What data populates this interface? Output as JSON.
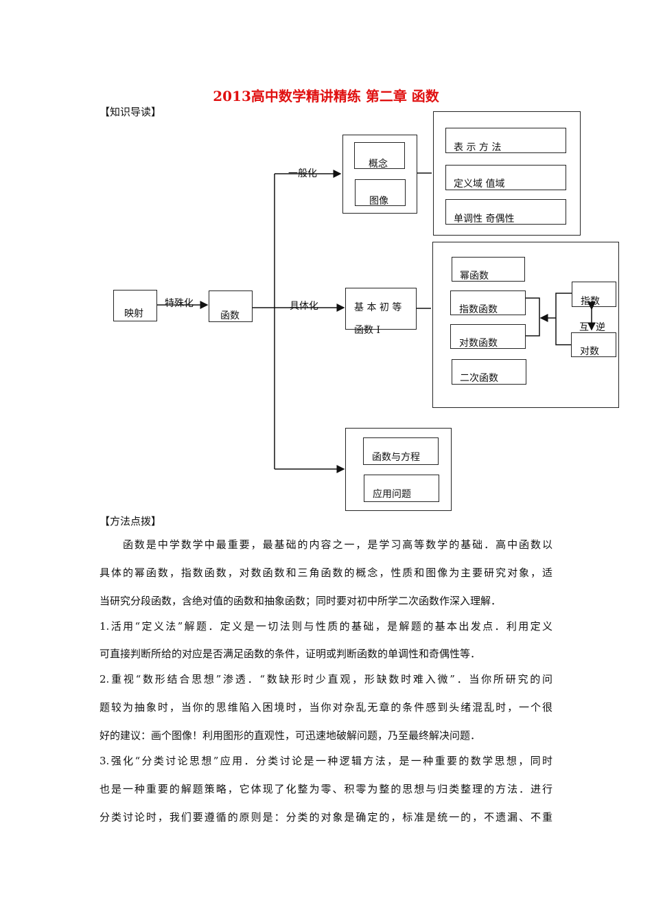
{
  "title": "2013高中数学精讲精练 第二章 函数",
  "section1": "【知识导读】",
  "section2": "【方法点拨】",
  "diagram": {
    "mapping": "映射",
    "specialize": "特殊化",
    "function": "函数",
    "generalize": "一般化",
    "concretize": "具体化",
    "concept": "概念",
    "graph": "图像",
    "representation": "表 示 方 法",
    "domain_range": "定义域 值域",
    "monotonic_parity": "单调性 奇偶性",
    "elementary_line1": "基 本 初 等",
    "elementary_line2": "函数 I",
    "power": "幂函数",
    "exponential": "指数函数",
    "logarithmic": "对数函数",
    "quadratic": "二次函数",
    "exponent": "指数",
    "logarithm": "对数",
    "inverse_1": "互",
    "inverse_2": "逆",
    "equation": "函数与方程",
    "application": "应用问题"
  },
  "body_lines": [
    "　　函数是中学数学中最重要，最基础的内容之一，是学习高等数学的基础．高中函数以",
    "具体的幂函数，指数函数，对数函数和三角函数的概念，性质和图像为主要研究对象，适",
    "当研究分段函数，含绝对值的函数和抽象函数；同时要对初中所学二次函数作深入理解．",
    "1.活用“定义法”解题．定义是一切法则与性质的基础，是解题的基本出发点．利用定义",
    "可直接判断所给的对应是否满足函数的条件，证明或判断函数的单调性和奇偶性等．",
    "2.重视“数形结合思想”渗透．“数缺形时少直观，形缺数时难入微”．当你所研究的问",
    "题较为抽象时，当你的思维陷入困境时，当你对杂乱无章的条件感到头绪混乱时，一个很",
    "好的建议：画个图像！利用图形的直观性，可迅速地破解问题，乃至最终解决问题．",
    "3.强化“分类讨论思想”应用．分类讨论是一种逻辑方法，是一种重要的数学思想，同时",
    "也是一种重要的解题策略，它体现了化整为零、积零为整的思想与归类整理的方法．进行",
    "分类讨论时，我们要遵循的原则是：分类的对象是确定的，标准是统一的，不遗漏、不重"
  ]
}
